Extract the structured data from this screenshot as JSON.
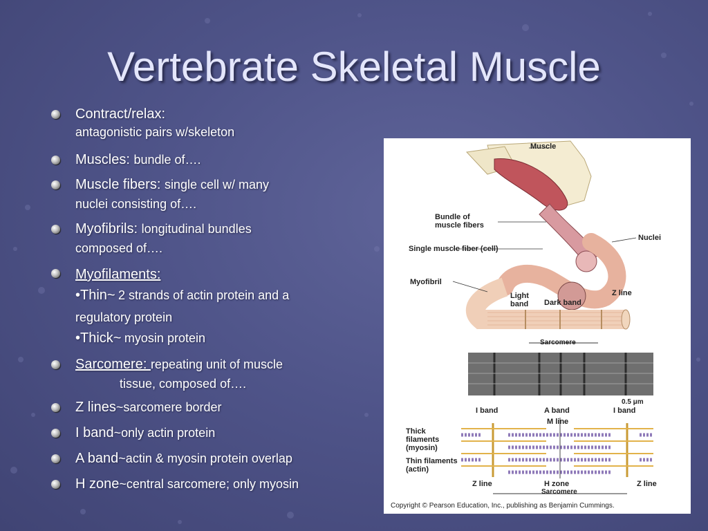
{
  "title": "Vertebrate Skeletal Muscle",
  "bullets": {
    "b1": {
      "head": "Contract/relax:",
      "sub": "antagonistic pairs w/skeleton"
    },
    "b2": {
      "head": "Muscles: ",
      "tail": "bundle of…."
    },
    "b3": {
      "head": "Muscle fibers: ",
      "tail": "single cell w/ many",
      "cont": "nuclei consisting of…."
    },
    "b4": {
      "head": "Myofibrils: ",
      "tail": "longitudinal bundles",
      "cont": "composed of…."
    },
    "b5": {
      "head": "Myofilaments:",
      "thin_head": "•Thin~",
      "thin_tail": "2 strands of actin protein and a",
      "thin_cont": "regulatory protein",
      "thick_head": "•Thick~",
      "thick_tail": "myosin protein"
    },
    "b6": {
      "head": "Sarcomere: ",
      "tail": "repeating unit of muscle",
      "cont": "tissue, composed of…."
    },
    "b7": {
      "head": "Z lines",
      "tail": "~sarcomere border"
    },
    "b8": {
      "head": "I band",
      "tail": "~only actin protein"
    },
    "b9": {
      "head": "A band",
      "tail": "~actin & myosin protein overlap"
    },
    "b10": {
      "head": "H zone",
      "tail": "~central sarcomere; only myosin"
    }
  },
  "figure": {
    "muscle": "Muscle",
    "bundle": "Bundle of muscle fibers",
    "nuclei": "Nuclei",
    "single_fiber": "Single muscle fiber (cell)",
    "myofibril": "Myofibril",
    "light_band": "Light band",
    "dark_band": "Dark band",
    "z_line_top": "Z line",
    "sarcomere_top": "Sarcomere",
    "scale": "0.5 μm",
    "i_band_left": "I band",
    "a_band": "A band",
    "i_band_right": "I band",
    "m_line": "M line",
    "thick_filaments": "Thick filaments (myosin)",
    "thin_filaments": "Thin filaments (actin)",
    "z_line_left": "Z line",
    "h_zone": "H zone",
    "z_line_right": "Z line",
    "sarcomere_bottom": "Sarcomere",
    "copyright": "Copyright © Pearson Education, Inc., publishing as Benjamin Cummings."
  }
}
